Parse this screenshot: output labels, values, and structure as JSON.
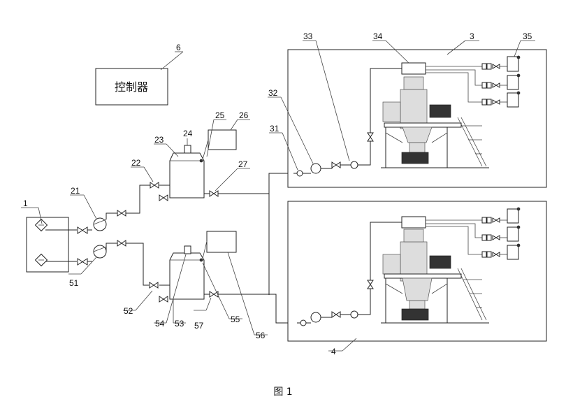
{
  "figure_caption": "图 1",
  "controller_label": "控制器",
  "labels": {
    "n1": "1",
    "n3": "3",
    "n4": "4",
    "n6": "6",
    "n21": "21",
    "n22": "22",
    "n23": "23",
    "n24": "24",
    "n25": "25",
    "n26": "26",
    "n27": "27",
    "n31": "31",
    "n32": "32",
    "n33": "33",
    "n34": "34",
    "n35": "35",
    "n51": "51",
    "n52": "52",
    "n53": "53",
    "n54": "54",
    "n55": "55",
    "n56": "56",
    "n57": "57"
  }
}
